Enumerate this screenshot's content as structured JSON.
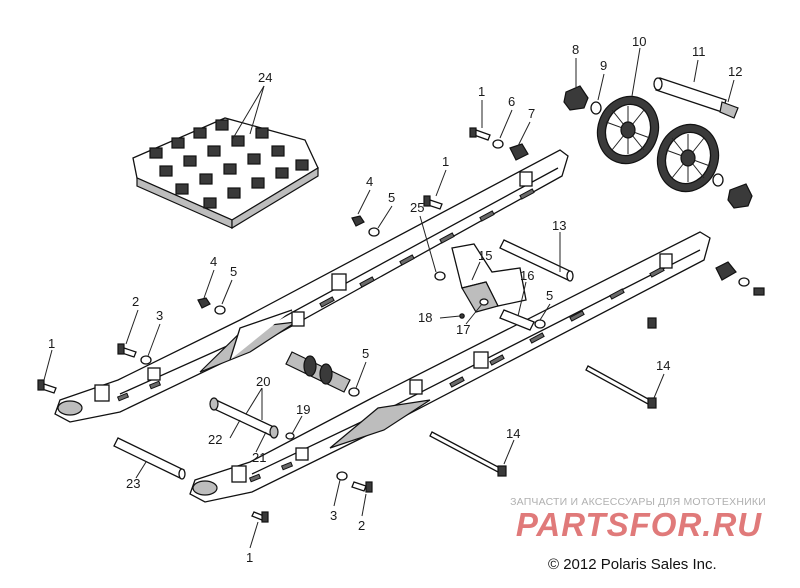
{
  "diagram": {
    "callouts": [
      {
        "id": "c24",
        "label": "24"
      },
      {
        "id": "c8",
        "label": "8"
      },
      {
        "id": "c10",
        "label": "10"
      },
      {
        "id": "c11",
        "label": "11"
      },
      {
        "id": "c9",
        "label": "9"
      },
      {
        "id": "c12",
        "label": "12"
      },
      {
        "id": "c1a",
        "label": "1"
      },
      {
        "id": "c6",
        "label": "6"
      },
      {
        "id": "c7",
        "label": "7"
      },
      {
        "id": "c1b",
        "label": "1"
      },
      {
        "id": "c4a",
        "label": "4"
      },
      {
        "id": "c5a",
        "label": "5"
      },
      {
        "id": "c25",
        "label": "25"
      },
      {
        "id": "c13",
        "label": "13"
      },
      {
        "id": "c15",
        "label": "15"
      },
      {
        "id": "c16",
        "label": "16"
      },
      {
        "id": "c4b",
        "label": "4"
      },
      {
        "id": "c5b",
        "label": "5"
      },
      {
        "id": "c5c",
        "label": "5"
      },
      {
        "id": "c2a",
        "label": "2"
      },
      {
        "id": "c3a",
        "label": "3"
      },
      {
        "id": "c18",
        "label": "18"
      },
      {
        "id": "c17",
        "label": "17"
      },
      {
        "id": "c1c",
        "label": "1"
      },
      {
        "id": "c5d",
        "label": "5"
      },
      {
        "id": "c14a",
        "label": "14"
      },
      {
        "id": "c20",
        "label": "20"
      },
      {
        "id": "c19",
        "label": "19"
      },
      {
        "id": "c22",
        "label": "22"
      },
      {
        "id": "c21",
        "label": "21"
      },
      {
        "id": "c14b",
        "label": "14"
      },
      {
        "id": "c23",
        "label": "23"
      },
      {
        "id": "c3b",
        "label": "3"
      },
      {
        "id": "c2b",
        "label": "2"
      },
      {
        "id": "c1d",
        "label": "1"
      }
    ]
  },
  "watermark": {
    "tagline": "ЗАПЧАСТИ И АКСЕССУАРЫ ДЛЯ МОТОТЕХНИКИ",
    "logo_text": "PARTSFOR.RU"
  },
  "footer": {
    "copyright": "© 2012 Polaris Sales Inc."
  },
  "colors": {
    "logo": "#e07a7a",
    "tagline": "#b0b0b0",
    "line": "#111111"
  }
}
